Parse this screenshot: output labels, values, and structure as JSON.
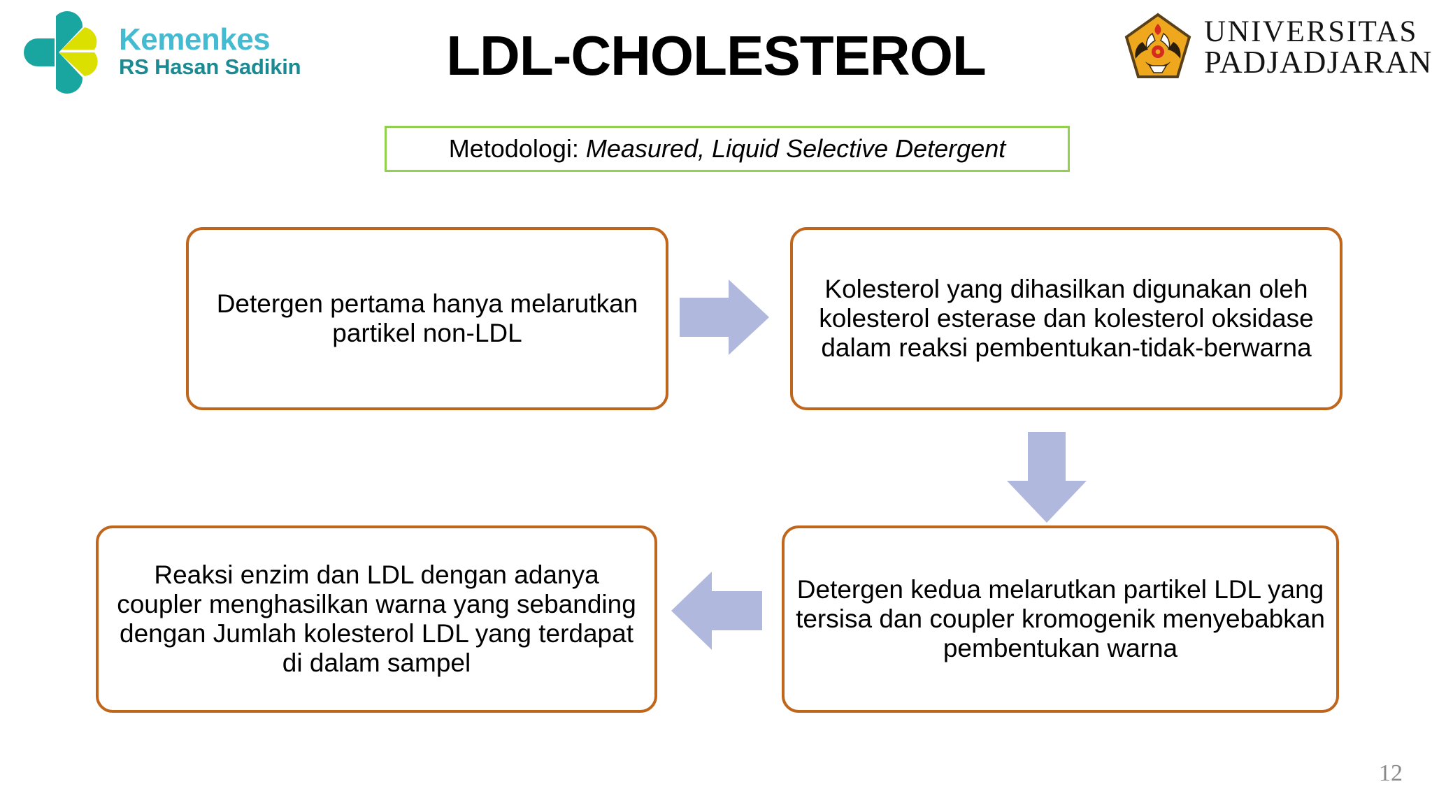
{
  "header": {
    "left_logo": {
      "icon": "kemenkes-flower-logo",
      "line1": "Kemenkes",
      "line2": "RS Hasan Sadikin",
      "color_primary": "#45BBD2",
      "color_secondary": "#1B8A92",
      "mark_teal": "#19A5A0",
      "mark_yellow": "#DCE000"
    },
    "right_logo": {
      "icon": "universitas-padjadjaran-emblem",
      "line1": "UNIVERSITAS",
      "line2": "PADJADJARAN",
      "emblem_gold": "#EFA81E",
      "emblem_outline": "#5A4018"
    }
  },
  "title": "LDL-CHOLESTEROL",
  "methodology": {
    "label": "Metodologi:",
    "value": "Measured, Liquid Selective Detergent",
    "border_color": "#92D050"
  },
  "flow": {
    "box_border_color": "#C0661C",
    "arrow_color": "#B0B8DE",
    "steps": [
      {
        "id": "step-1",
        "text": "Detergen pertama hanya melarutkan partikel non-LDL"
      },
      {
        "id": "step-2",
        "text": "Kolesterol yang dihasilkan digunakan oleh kolesterol esterase dan kolesterol oksidase dalam reaksi pembentukan-tidak-berwarna"
      },
      {
        "id": "step-3",
        "text": "Detergen kedua melarutkan partikel LDL yang tersisa dan coupler kromogenik menyebabkan pembentukan warna"
      },
      {
        "id": "step-4",
        "text": "Reaksi enzim dan LDL dengan adanya coupler menghasilkan warna yang sebanding dengan Jumlah kolesterol LDL yang terdapat di dalam sampel"
      }
    ],
    "arrows": [
      {
        "id": "arrow-right",
        "direction": "right"
      },
      {
        "id": "arrow-down",
        "direction": "down"
      },
      {
        "id": "arrow-left",
        "direction": "left"
      }
    ]
  },
  "page_number": "12"
}
